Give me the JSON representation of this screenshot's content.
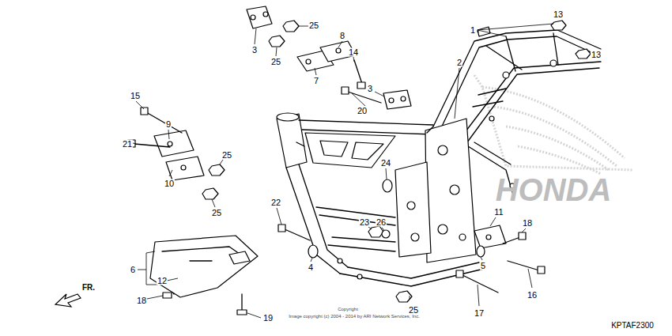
{
  "diagram": {
    "labels": [
      "1",
      "13",
      "13",
      "2",
      "3",
      "25",
      "25",
      "8",
      "14",
      "7",
      "3",
      "20",
      "15",
      "9",
      "21",
      "25",
      "10",
      "25",
      "24",
      "22",
      "23",
      "26",
      "11",
      "18",
      "5",
      "4",
      "6",
      "12",
      "18",
      "19",
      "25",
      "17",
      "16",
      "FR.",
      "Copyright",
      "Image copyright (c) 2004 - 2014 by ARI Network Services, Inc.",
      "HONDA",
      "KPTAF2300"
    ]
  }
}
